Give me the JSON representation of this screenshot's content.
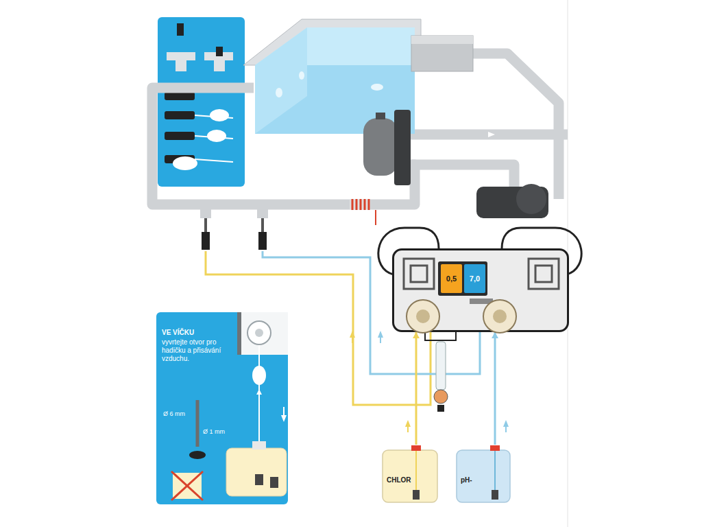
{
  "diagram": {
    "nodes": [
      {
        "text": [
          "0,5",
          "7,0"
        ]
      },
      {
        "text": [
          "VE VÍČKU",
          "vyvrtejte otvor pro hadičku a přisávání vzduchu."
        ]
      },
      {
        "text": [
          "CHLOR"
        ]
      },
      {
        "text": [
          "pH-"
        ]
      }
    ],
    "edges": [
      {
        "from": 2,
        "to": 0,
        "arrow": "to"
      },
      {
        "from": 3,
        "to": 0,
        "arrow": "to"
      }
    ],
    "labels": [
      "Ø 6 mm",
      "Ø 1 mm"
    ]
  }
}
